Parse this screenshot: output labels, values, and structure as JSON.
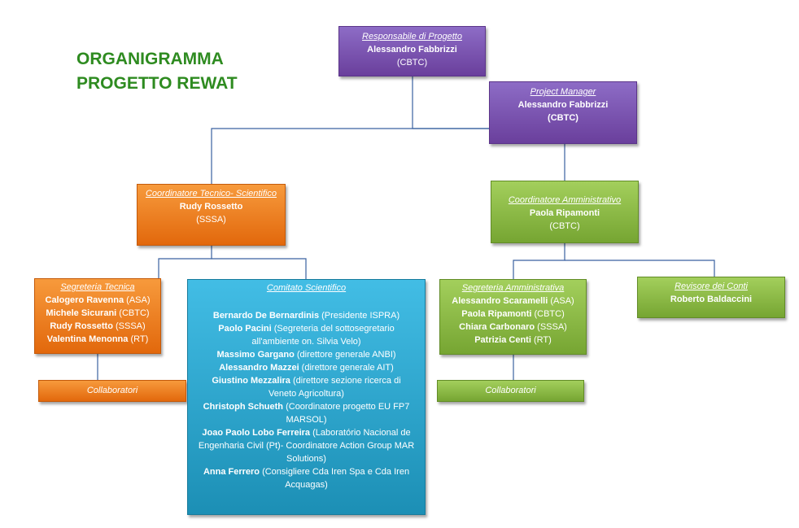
{
  "title": {
    "line1": "ORGANIGRAMMA",
    "line2": "PROGETTO REWAT"
  },
  "colors": {
    "title": "#2e8b20",
    "purple": "#6a3f9c",
    "orange": "#e2680c",
    "green": "#76a532",
    "blue": "#1c8fb5",
    "connector": "#3a62a0"
  },
  "responsabile": {
    "role": "Responsabile di Progetto",
    "name": "Alessandro Fabbrizzi",
    "org": "(CBTC)"
  },
  "project_manager": {
    "role": "Project Manager",
    "name": "Alessandro Fabbrizzi",
    "org": "(CBTC)"
  },
  "coord_tecnico": {
    "role": "Coordinatore Tecnico- Scientifico",
    "name": "Rudy Rossetto",
    "org": "(SSSA)"
  },
  "coord_amm": {
    "role": "Coordinatore  Amministrativo",
    "name": "Paola Ripamonti",
    "org": "(CBTC)"
  },
  "segreteria_tecnica": {
    "role": "Segreteria  Tecnica",
    "members": [
      {
        "name": "Calogero Ravenna",
        "org": " (ASA)"
      },
      {
        "name": "Michele Sicurani",
        "org": "  (CBTC)"
      },
      {
        "name": "Rudy Rossetto",
        "org": " (SSSA)"
      },
      {
        "name": "Valentina Menonna",
        "org": " (RT)"
      }
    ]
  },
  "collaboratori_tecnici": {
    "label": "Collaboratori"
  },
  "comitato": {
    "role": "Comitato Scientifico",
    "members": [
      {
        "name": "Bernardo De Bernardinis",
        "desc": " (Presidente ISPRA)"
      },
      {
        "name": "Paolo Pacini",
        "desc": " (Segreteria del sottosegretario all'ambiente on. Silvia Velo)"
      },
      {
        "name": "Massimo Gargano",
        "desc": " (direttore generale ANBI)"
      },
      {
        "name": "Alessandro Mazzei",
        "desc": " (direttore generale AIT)"
      },
      {
        "name": "Giustino Mezzalira",
        "desc": " (direttore  sezione ricerca di Veneto Agricoltura)"
      },
      {
        "name": "Christoph Schueth",
        "desc": " (Coordinatore progetto EU FP7 MARSOL)"
      },
      {
        "name": "Joao Paolo Lobo Ferreira",
        "desc": " (Laboratório Nacional de Engenharia Civil (Pt)- Coordinatore Action Group MAR Solutions)"
      },
      {
        "name": "Anna Ferrero",
        "desc": " (Consigliere Cda Iren Spa e Cda Iren Acquagas)"
      }
    ]
  },
  "segreteria_amm": {
    "role": "Segreteria  Amministrativa",
    "members": [
      {
        "name": "Alessandro Scaramelli",
        "org": " (ASA)"
      },
      {
        "name": "Paola Ripamonti",
        "org": " (CBTC)"
      },
      {
        "name": "Chiara Carbonaro",
        "org": " (SSSA)"
      },
      {
        "name": "Patrizia Centi",
        "org": " (RT)"
      }
    ]
  },
  "collaboratori_amm": {
    "label": "Collaboratori"
  },
  "revisore": {
    "role": "Revisore dei Conti",
    "name": "Roberto Baldaccini"
  }
}
